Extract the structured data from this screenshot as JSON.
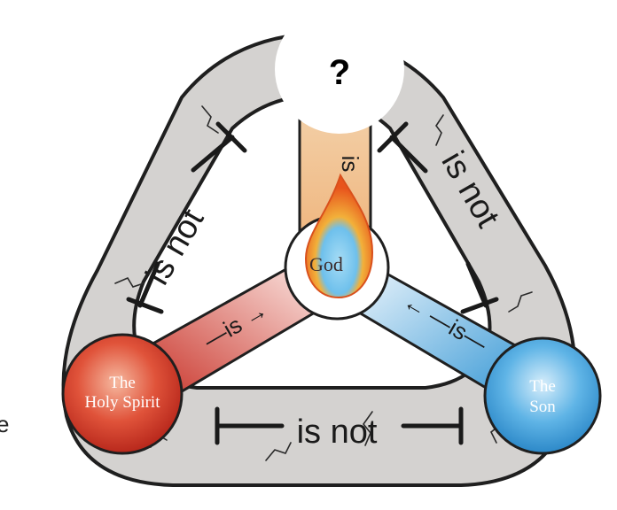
{
  "diagram": {
    "top_label": "?",
    "center_label": "God",
    "left_node": {
      "line1": "The",
      "line2": "Holy Spirit"
    },
    "right_node": {
      "line1": "The",
      "line2": "Son"
    },
    "stone_labels": {
      "left": "is not",
      "right": "is not",
      "bottom": "is not"
    },
    "is_labels": {
      "top": "is",
      "left": "—is →",
      "right": "← —is—"
    },
    "edge_fragment": "e",
    "colors": {
      "stone": "#d4d2d0",
      "stone_outline": "#1f1f1f",
      "father_bar": "#f2c79a",
      "spirit": "#d8402a",
      "son": "#4fa8e0",
      "flame_outer": "#f07a1f",
      "flame_inner": "#7cc8ef"
    }
  }
}
